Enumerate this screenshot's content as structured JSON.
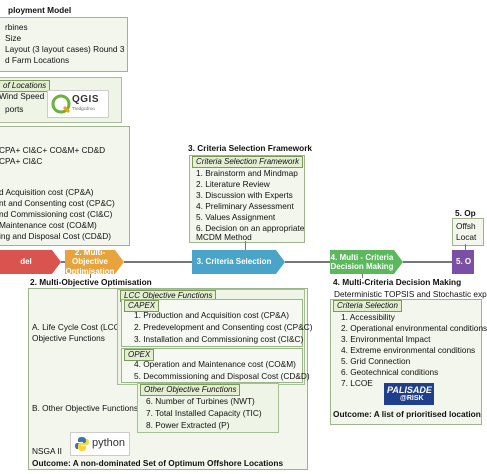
{
  "stage1": {
    "title": "ployment Model",
    "items": [
      "rbines",
      "Size",
      "Layout (3 layout cases) Round 3",
      "d Farm Locations"
    ],
    "sub_tag": "of Locations",
    "sub_items": [
      "Wind Speed",
      "ports"
    ],
    "qgis_logo": "QGIS",
    "qgis_sub": "Tredgcdroo",
    "cost_items": [
      "CPA+ CI&C+ CO&M+ CD&D",
      "CPA+ CI&C",
      "d Acquisition cost (CP&A)",
      "nt and Consenting cost (CP&C)",
      "nd Commissioning cost (CI&C)",
      "Maintenance cost (CO&M)",
      "ing and Disposal Cost (CD&D)"
    ],
    "bar_label": "del"
  },
  "stage2": {
    "bar_label": "2. Multi-Objective Optimisation",
    "title": "2. Multi-Objective Optimisation",
    "lcc_tag": "LCC Objective Functions",
    "capex_tag": "CAPEX",
    "capex_items": [
      "1. Production and Acquisition cost (CP&A)",
      "2. Predevelopment and Consenting cost (CP&C)",
      "3. Installation and Commissioning cost (CI&C)"
    ],
    "opex_tag": "OPEX",
    "opex_items": [
      "4. Operation and Maintenance cost (CO&M)",
      "5. Decommissioning and Disposal Cost (CD&D)"
    ],
    "lcc_label_a": "A. Life Cycle Cost (LCC)",
    "lcc_label_b": "Objective Functions",
    "other_tag": "Other Objective Functions",
    "other_items": [
      "6. Number of Turbines (NWT)",
      "7. Total Installed Capacity (TIC)",
      "8. Power Extracted (P)"
    ],
    "other_label": "B. Other Objective Functions",
    "nsga": "NSGA II",
    "python_logo": "python",
    "outcome": "Outcome: A non-dominated Set of Optimum Offshore Locations"
  },
  "stage3": {
    "title": "3. Criteria Selection Framework",
    "tag": "Criteria Selection Framework",
    "items": [
      "1. Brainstorm and Mindmap",
      "2. Literature Review",
      "3. Discussion with Experts",
      "4. Preliminary Assessment",
      "5. Values Assignment",
      "6. Decision on an appropriate",
      "MCDM Method"
    ],
    "bar_label": "3. Criteria Selection"
  },
  "stage4": {
    "bar_label": "4. Multi - Criteria Decision Making",
    "title": "4. Multi-Criteria Decision Making",
    "method": "Deterministic TOPSIS and Stochastic exp",
    "tag": "Criteria Selection",
    "items": [
      "1. Accessibility",
      "2. Operational environmental conditions",
      "3. Environmental Impact",
      "4. Extreme environmental conditions",
      "5. Grid Connection",
      "6. Geotechnical conditions",
      "7. LCOE"
    ],
    "palisade_logo": "PALISADE",
    "palisade_sub": "@RISK",
    "outcome": "Outcome: A list of prioritised location"
  },
  "stage5": {
    "title": "5. Op",
    "items": [
      "Offsh",
      "Locat"
    ],
    "bar_label": "5. O"
  },
  "colors": {
    "stage1_bar": "#d9534f",
    "stage2_bar": "#e8a33d",
    "stage3_bar": "#4aa3c9",
    "stage4_bar": "#5cb85c",
    "stage5_bar": "#7b4fa3"
  }
}
